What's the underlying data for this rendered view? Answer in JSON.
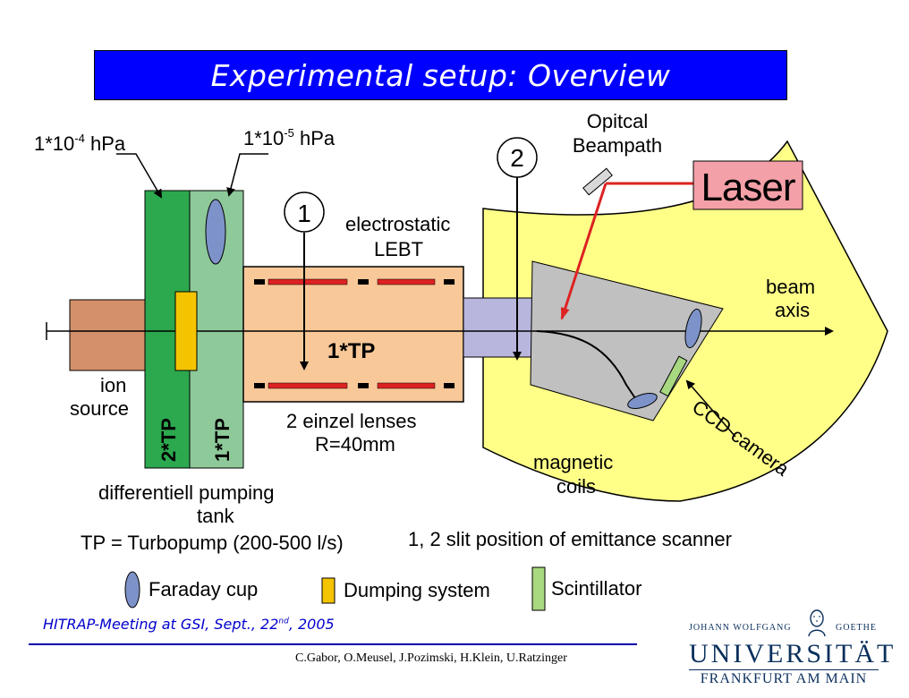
{
  "title": "Experimental setup: Overview",
  "labels": {
    "pressure1": "1*10",
    "pressure1_exp": "-4",
    "pressure1_unit": " hPa",
    "pressure2": "1*10",
    "pressure2_exp": "-5",
    "pressure2_unit": " hPa",
    "slit1": "1",
    "slit2": "2",
    "optical": "Opitcal",
    "optical2": "Beampath",
    "laser": "Laser",
    "lebt1": "electrostatic",
    "lebt2": "LEBT",
    "beam1": "beam",
    "beam2": "axis",
    "tp_lebt": "1*TP",
    "ion1": "ion",
    "ion2": "source",
    "tp2": "2*TP",
    "tp1": "1*TP",
    "einzel1": "2 einzel lenses",
    "einzel2": "R=40mm",
    "ccd": "CCD camera",
    "magnetic1": "magnetic",
    "magnetic2": "coils",
    "tank1": "differentiell pumping",
    "tank2": "tank",
    "tp_def": "TP = Turbopump (200-500 l/s)",
    "slit_def": "1, 2 slit position of emittance scanner"
  },
  "legend": {
    "faraday": "Faraday cup",
    "dumping": "Dumping system",
    "scintillator": "Scintillator"
  },
  "footer": {
    "meeting_pre": "HITRAP-Meeting at GSI, Sept., 22",
    "meeting_sup": "nd",
    "meeting_post": ", 2005",
    "authors": "C.Gabor, O.Meusel, J.Pozimski, H.Klein, U.Ratzinger"
  },
  "logo": {
    "top_left": "JOHANN WOLFGANG",
    "top_right": "GOETHE",
    "university": "UNIVERSITÄT",
    "city": "FRANKFURT AM MAIN"
  },
  "colors": {
    "title_bg": "#0000ff",
    "source": "#d4906a",
    "tank_dark": "#2ca84e",
    "tank_light": "#8ec99a",
    "lebt": "#f8c898",
    "pipe": "#b9b6dd",
    "magnet": "#ffff88",
    "detector": "#c0c0c0",
    "laser_box": "#f4a0a8",
    "faraday": "#7d92c8",
    "dumping": "#f5c400",
    "scintillator": "#a8d880",
    "beam_red": "#dd2222"
  }
}
